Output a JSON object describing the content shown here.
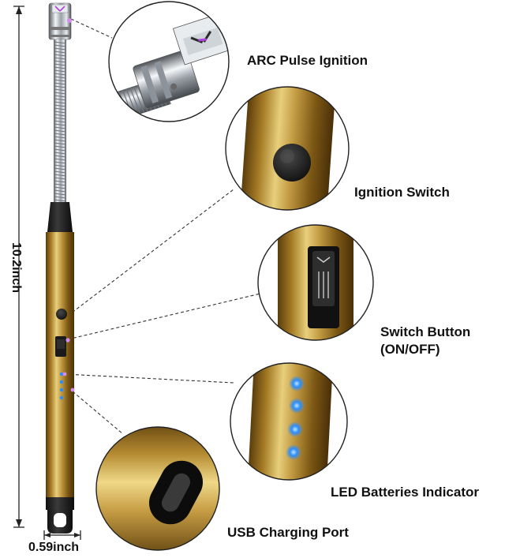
{
  "dimensions": {
    "height_label": "10.2inch",
    "width_label": "0.59inch"
  },
  "callouts": {
    "arc": "ARC Pulse Ignition",
    "ignition": "Ignition Switch",
    "switch_line1": "Switch Button",
    "switch_line2": "(ON/OFF)",
    "led": "LED Batteries Indicator",
    "usb": "USB Charging Port"
  },
  "colors": {
    "gold_dark": "#6b4a12",
    "gold_mid": "#b3892f",
    "gold_light": "#e9cf7e",
    "chrome_dark": "#5b5f66",
    "chrome_light": "#f2f4f6",
    "led_blue": "#2a8cff",
    "arc_purple": "#b040e0"
  }
}
